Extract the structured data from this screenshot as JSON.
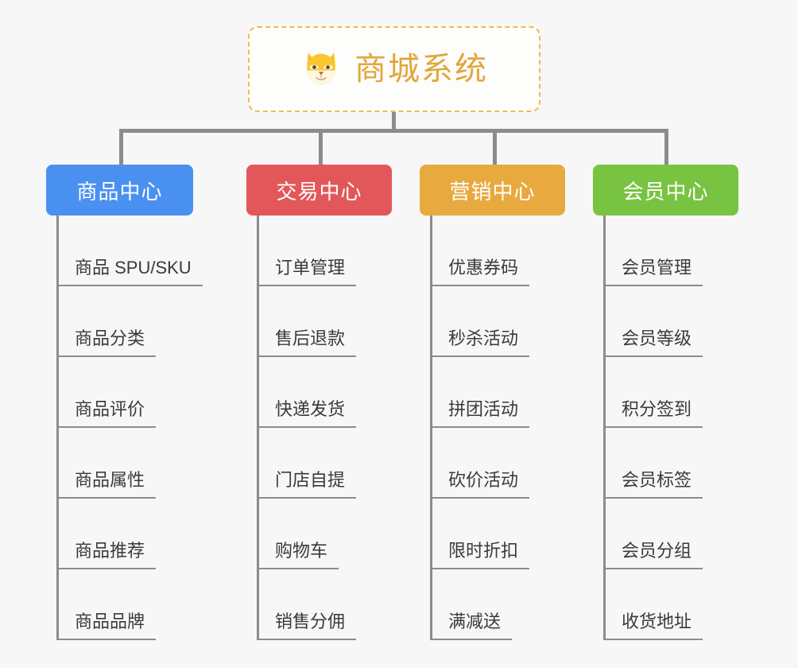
{
  "canvas": {
    "background_color": "#f7f7f7",
    "connector_color": "#8c8c8c"
  },
  "root": {
    "title": "商城系统",
    "icon": "shiba-inu-dog-face-icon",
    "border_color": "#f0b94a",
    "text_color": "#e2a63c",
    "fill_color": "#fdfdfc",
    "border_style": "dashed"
  },
  "branches": [
    {
      "label": "商品中心",
      "color": "#4a90f0",
      "items": [
        "商品 SPU/SKU",
        "商品分类",
        "商品评价",
        "商品属性",
        "商品推荐",
        "商品品牌"
      ]
    },
    {
      "label": "交易中心",
      "color": "#e2585a",
      "items": [
        "订单管理",
        "售后退款",
        "快递发货",
        "门店自提",
        "购物车",
        "销售分佣"
      ]
    },
    {
      "label": "营销中心",
      "color": "#e8aa3e",
      "items": [
        "优惠券码",
        "秒杀活动",
        "拼团活动",
        "砍价活动",
        "限时折扣",
        "满减送"
      ]
    },
    {
      "label": "会员中心",
      "color": "#79c342",
      "items": [
        "会员管理",
        "会员等级",
        "积分签到",
        "会员标签",
        "会员分组",
        "收货地址"
      ]
    }
  ]
}
